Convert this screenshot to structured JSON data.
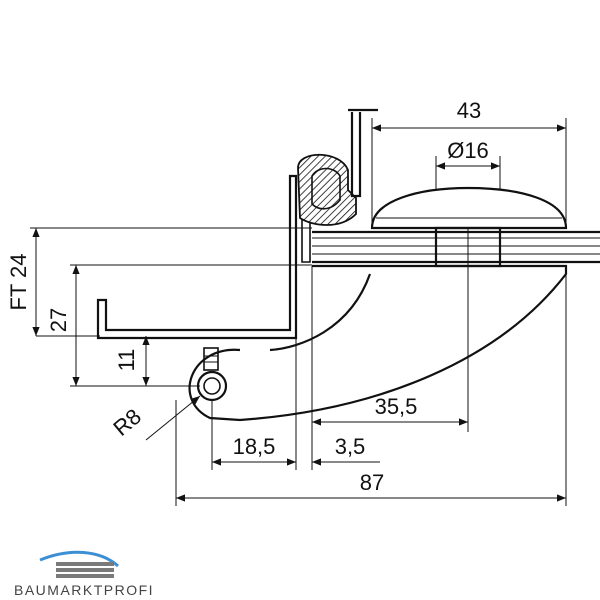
{
  "dimensions": {
    "width_top": "43",
    "diameter": "Ø16",
    "ft": "FT 24",
    "height": "27",
    "height_small": "11",
    "radius": "R8",
    "offset_35": "35,5",
    "offset_18": "18,5",
    "offset_3": "3,5",
    "width_total": "87"
  },
  "brand": {
    "text": "BAUMARKTPROFI"
  },
  "colors": {
    "line": "#111111",
    "logo_blue": "#3d8fd4",
    "logo_gray": "#7a7a7a"
  }
}
